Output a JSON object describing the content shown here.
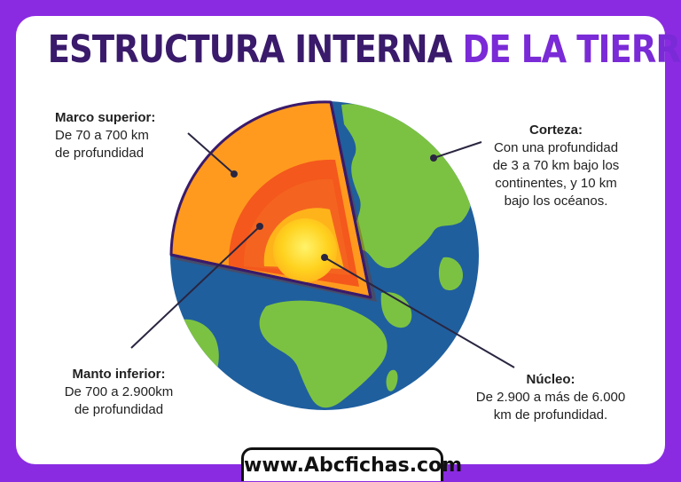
{
  "title": {
    "part1": "ESTRUCTURA INTERNA ",
    "part2": "DE LA TIERRA"
  },
  "labels": {
    "marco_superior": {
      "head": "Marco superior:",
      "lines": [
        "De 70 a 700 km",
        "de profundidad"
      ]
    },
    "corteza": {
      "head": "Corteza:",
      "lines": [
        "Con una profundidad",
        "de 3 a 70 km bajo los",
        "continentes, y 10 km",
        "bajo los océanos."
      ]
    },
    "manto_inferior": {
      "head": "Manto inferior:",
      "lines": [
        "De 700 a 2.900km",
        "de profundidad"
      ]
    },
    "nucleo": {
      "head": "Núcleo:",
      "lines": [
        "De 2.900 a más de 6.000",
        "km de profundidad."
      ]
    }
  },
  "footer": {
    "url": "www.Abcfichas.com"
  },
  "colors": {
    "background": "#8a2be2",
    "ocean": "#1f5f9e",
    "land": "#7cc242",
    "upper_mantle": "#ff9a1f",
    "lower_mantle": "#f4581c",
    "core": "#ffd21f",
    "title_dark": "#3a1a6b",
    "title_accent": "#7a2ad6"
  }
}
